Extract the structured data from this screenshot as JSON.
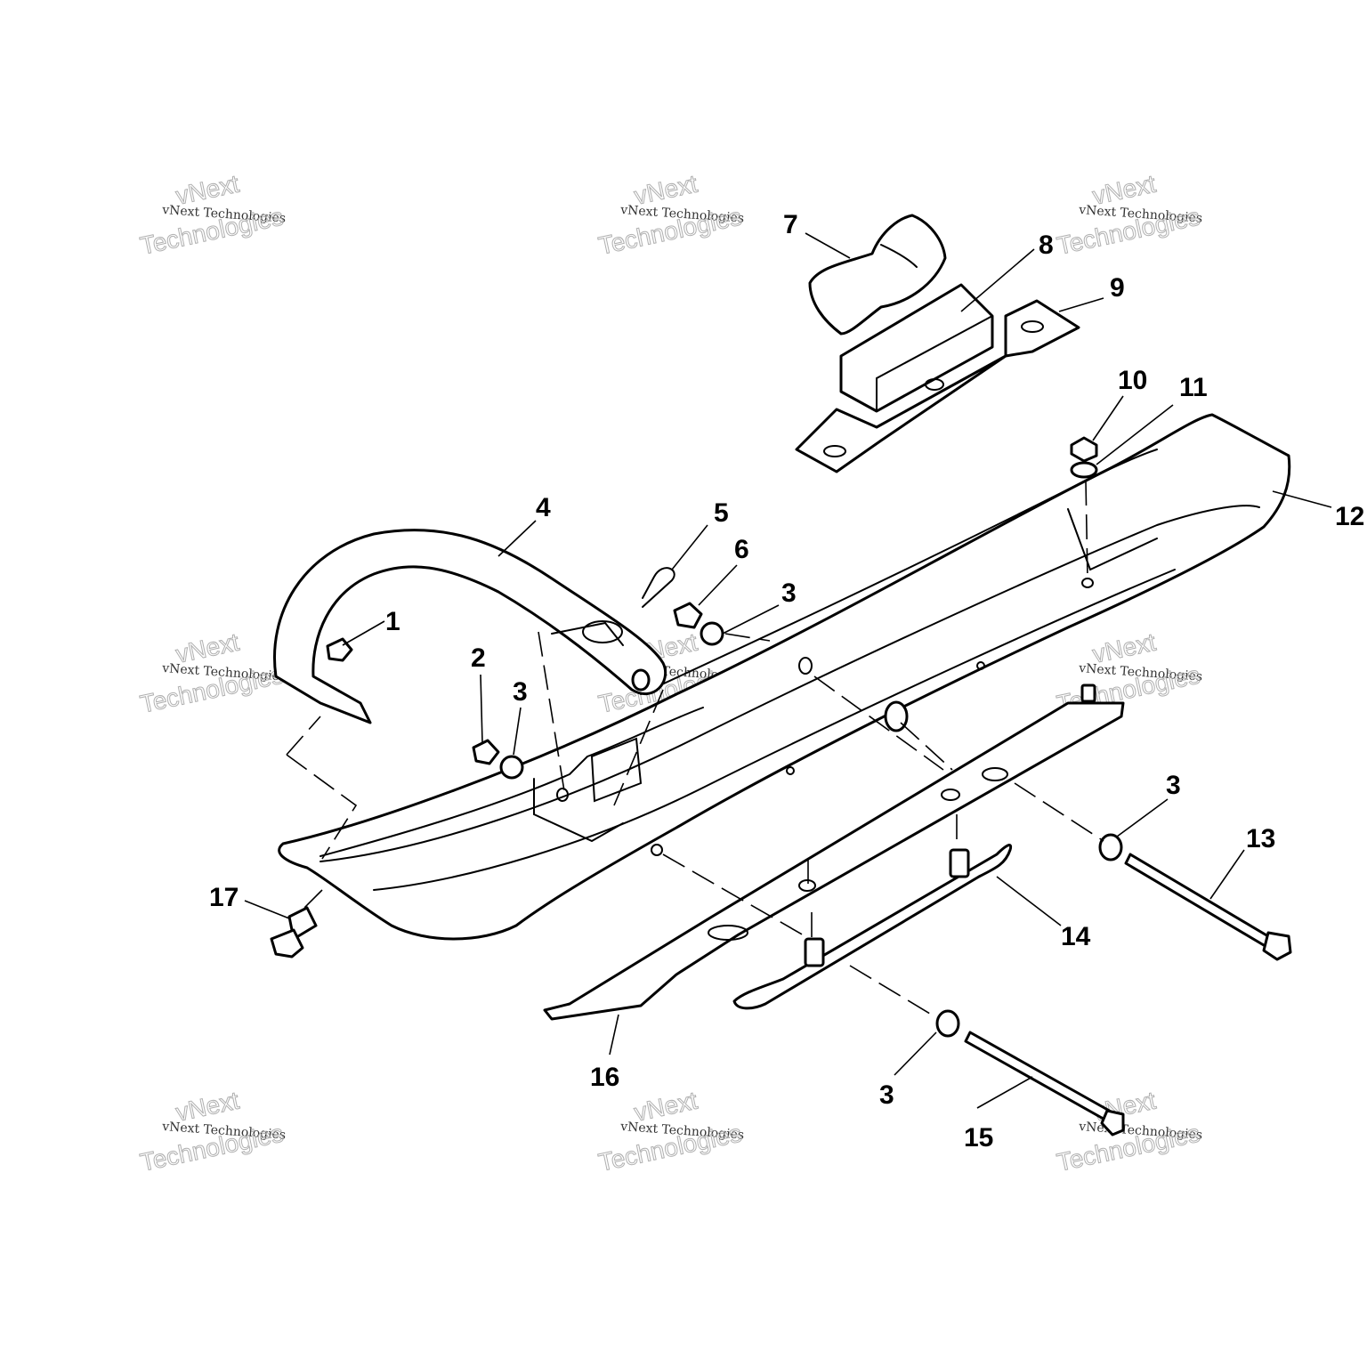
{
  "watermark": {
    "line_small": "vNext Technologies",
    "line_big_1": "vNext",
    "line_big_2": "Technologies"
  },
  "callouts": [
    {
      "id": "c1",
      "label": "1"
    },
    {
      "id": "c2",
      "label": "2"
    },
    {
      "id": "c3a",
      "label": "3"
    },
    {
      "id": "c3b",
      "label": "3"
    },
    {
      "id": "c3c",
      "label": "3"
    },
    {
      "id": "c3d",
      "label": "3"
    },
    {
      "id": "c4",
      "label": "4"
    },
    {
      "id": "c5",
      "label": "5"
    },
    {
      "id": "c6",
      "label": "6"
    },
    {
      "id": "c7",
      "label": "7"
    },
    {
      "id": "c8",
      "label": "8"
    },
    {
      "id": "c9",
      "label": "9"
    },
    {
      "id": "c10",
      "label": "10"
    },
    {
      "id": "c11",
      "label": "11"
    },
    {
      "id": "c12",
      "label": "12"
    },
    {
      "id": "c13",
      "label": "13"
    },
    {
      "id": "c14",
      "label": "14"
    },
    {
      "id": "c15",
      "label": "15"
    },
    {
      "id": "c16",
      "label": "16"
    },
    {
      "id": "c17",
      "label": "17"
    }
  ]
}
